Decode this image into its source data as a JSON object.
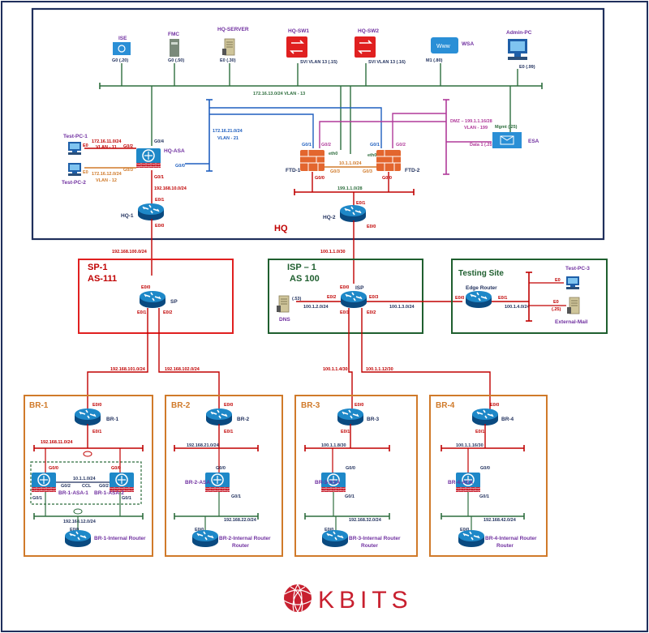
{
  "colors": {
    "navy": "#1f2f5c",
    "red": "#c00000",
    "green": "#2e6e3e",
    "orange": "#d07a2a",
    "blue": "#1f5fbf",
    "magenta": "#b03a9a",
    "dgreen": "#1f5f2f",
    "purple": "#7030a0",
    "brand": "#c8202f"
  },
  "regions": {
    "hq": "HQ",
    "sp_title": "SP-1",
    "sp_as": "AS-111",
    "isp_title": "ISP – 1",
    "isp_as": "AS 100",
    "testing": "Testing Site",
    "br1": "BR-1",
    "br2": "BR-2",
    "br3": "BR-3",
    "br4": "BR-4"
  },
  "devices": {
    "ise": "ISE",
    "fmc": "FMC",
    "hq_server": "HQ-SERVER",
    "hq_sw1": "HQ-SW1",
    "hq_sw2": "HQ-SW2",
    "wsa": "WSA",
    "admin_pc": "Admin-PC",
    "test_pc1": "Test-PC-1",
    "test_pc2": "Test-PC-2",
    "hq_asa": "HQ-ASA",
    "ftd1": "FTD-1",
    "ftd2": "FTD-2",
    "esa": "ESA",
    "hq1": "HQ-1",
    "hq2": "HQ-2",
    "sp": "SP",
    "isp": "ISP",
    "dns": "DNS",
    "edge_router": "Edge Router",
    "test_pc3": "Test-PC-3",
    "external_mail": "External-Mail",
    "br1": "BR-1",
    "br1_asa1": "BR-1-ASA-1",
    "br1_asa2": "BR-1-ASA-2",
    "br1_int": "BR-1-Internal Router",
    "br2": "BR-2",
    "br2_asa": "BR-2-ASA",
    "br2_int": "BR-2-Internal Router",
    "br3": "BR-3",
    "br3_asa": "BR-3-ASA",
    "br3_int": "BR-3-Internal Router",
    "br4": "BR-4",
    "br4_asa": "BR-4-ASA",
    "br4_int": "BR-4-Internal Router"
  },
  "ports": {
    "ise": "G0 (.20)",
    "fmc": "G0 (.50)",
    "hq_server": "E0 (.30)",
    "sw1": "SVI VLAN 13 (.15)",
    "sw2": "SVI VLAN 13 (.16)",
    "wsa": "M1 (.80)",
    "admin": "E0 (.99)",
    "g0_4": "G0/4",
    "g0_2": "G0/2",
    "g0_3": "G0/3",
    "g0_0": "G0/0",
    "g0_1": "G0/1",
    "e0": "E0",
    "e0_0": "E0/0",
    "e0_1": "E0/1",
    "e0_2": "E0/2",
    "e0_3": "E0/3",
    "eth0": "eth0",
    "mgmt": "Mgmt (.25)",
    "data1": "Data 1 (.25)",
    "dns": "(.53)",
    "e0_25": "(.25)",
    "ccl": "CCL"
  },
  "subnets": {
    "vlan13": "172.16.13.0/24 VLAN - 13",
    "vlan11a": "172.16.11.0/24",
    "vlan11b": "VLAN - 11",
    "vlan12a": "172.16.12.0/24",
    "vlan12b": "VLAN - 12",
    "vlan21a": "172.16.21.0/24",
    "vlan21b": "VLAN - 21",
    "dmz_a": "DMZ – 199.1.1.16/28",
    "dmz_b": "VLAN - 199",
    "ftd_link": "10.1.1.0/24",
    "hq_asa_hq1": "192.168.10.0/24",
    "ftd_out": "199.1.1.0/28",
    "hq1_sp": "192.168.100.0/24",
    "hq2_isp": "100.1.1.0/30",
    "isp_dns": "100.1.2.0/24",
    "isp_edge": "100.1.3.0/24",
    "edge_lan": "100.1.4.0/24",
    "sp_br1": "192.168.101.0/24",
    "sp_br2": "192.168.102.0/24",
    "isp_br3": "100.1.1.4/30",
    "isp_br4": "100.1.1.12/30",
    "br1_lan": "192.168.11.0/24",
    "br1_ccl": "10.1.1.0/24",
    "br1_in": "192.168.12.0/24",
    "br2_lan": "192.168.21.0/24",
    "br2_in": "192.168.22.0/24",
    "br3_lan": "100.1.1.8/30",
    "br3_in": "192.168.32.0/24",
    "br4_lan": "100.1.1.16/30",
    "br4_in": "192.168.42.0/24"
  },
  "logo": "KBITS"
}
